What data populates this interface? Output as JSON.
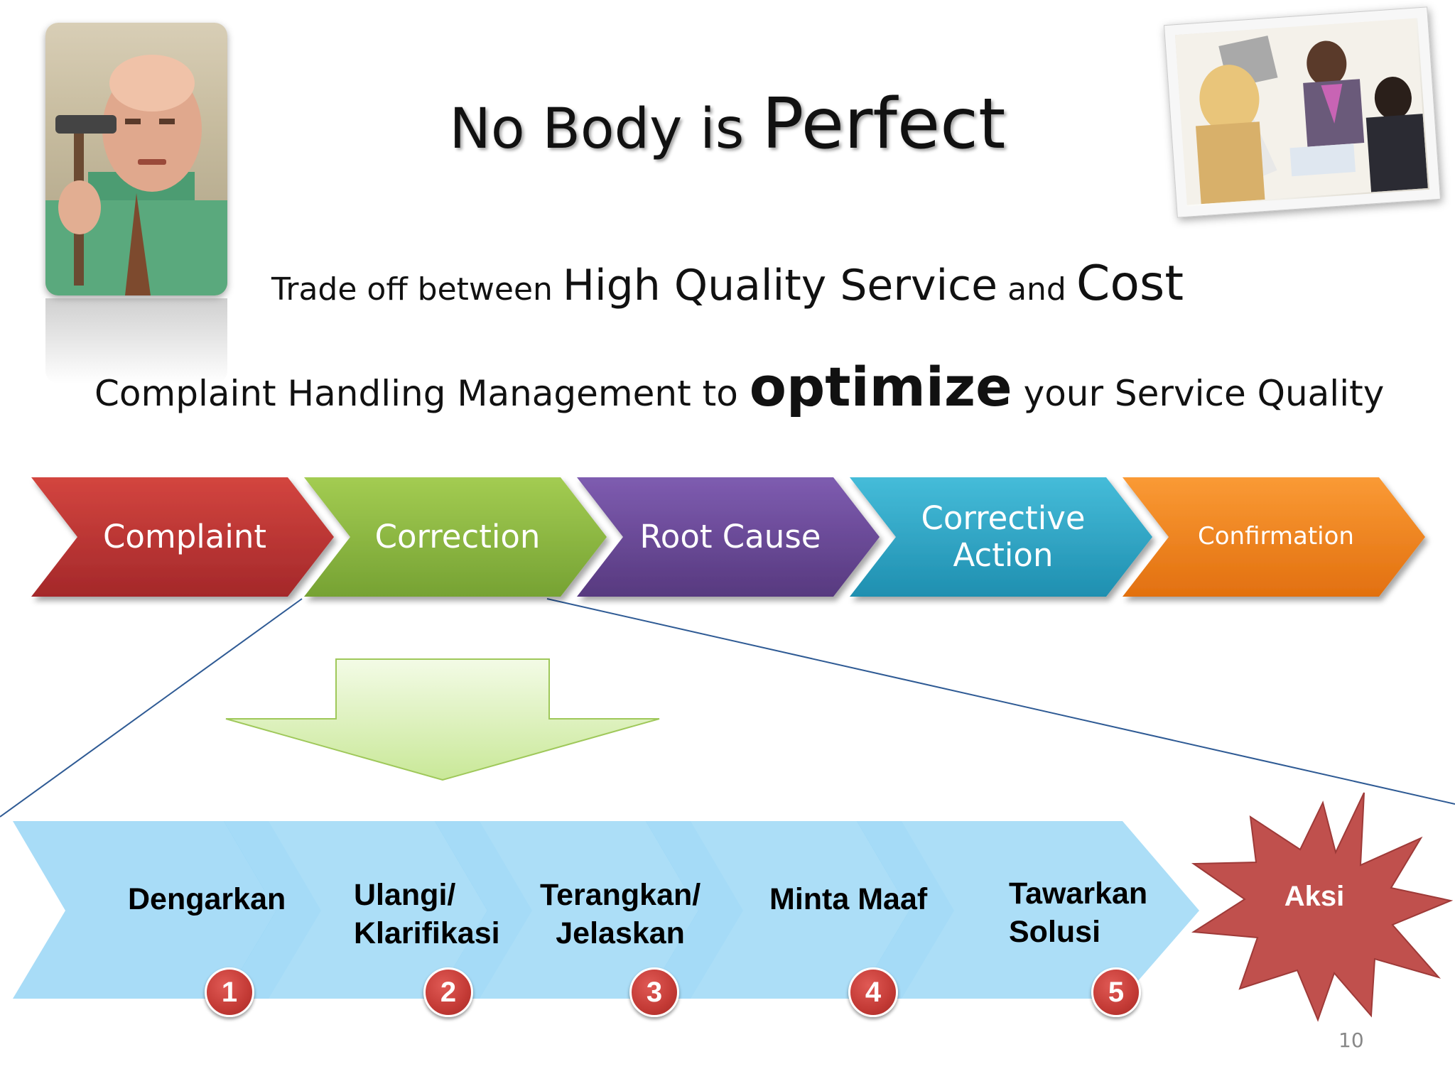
{
  "title": {
    "part1": "No Body is ",
    "part2": "Perfect"
  },
  "subtitle": {
    "part1": "Trade off between ",
    "part2": "High Quality Service",
    "part3": " and ",
    "part4": "Cost"
  },
  "tagline": {
    "before": "Complaint Handling Management to ",
    "emphasis": "optimize",
    "after": " your Service Quality"
  },
  "process": [
    {
      "label": "Complaint",
      "color": "#c0342f"
    },
    {
      "label": "Correction",
      "color": "#8fbd3e"
    },
    {
      "label": "Root Cause",
      "color": "#6a4a9c"
    },
    {
      "label_line1": "Corrective",
      "label_line2": "Action",
      "color": "#2ba6c6"
    },
    {
      "label": "Confirmation",
      "color": "#f5861f"
    }
  ],
  "steps": [
    {
      "number": "1",
      "line1": "Dengarkan",
      "line2": ""
    },
    {
      "number": "2",
      "line1": "Ulangi/",
      "line2": "Klarifikasi"
    },
    {
      "number": "3",
      "line1": "Terangkan/",
      "line2": "Jelaskan"
    },
    {
      "number": "4",
      "line1": "Minta Maaf",
      "line2": ""
    },
    {
      "number": "5",
      "line1": "Tawarkan",
      "line2": "Solusi"
    }
  ],
  "action": {
    "label": "Aksi",
    "color": "#c0504d"
  },
  "colors": {
    "step_chevron": "#a8dcf7",
    "step_chevron_edge": "#74c9f5",
    "down_arrow": "#d7efb1",
    "zoom_lines": "#2e5a94"
  },
  "page_number": "10"
}
